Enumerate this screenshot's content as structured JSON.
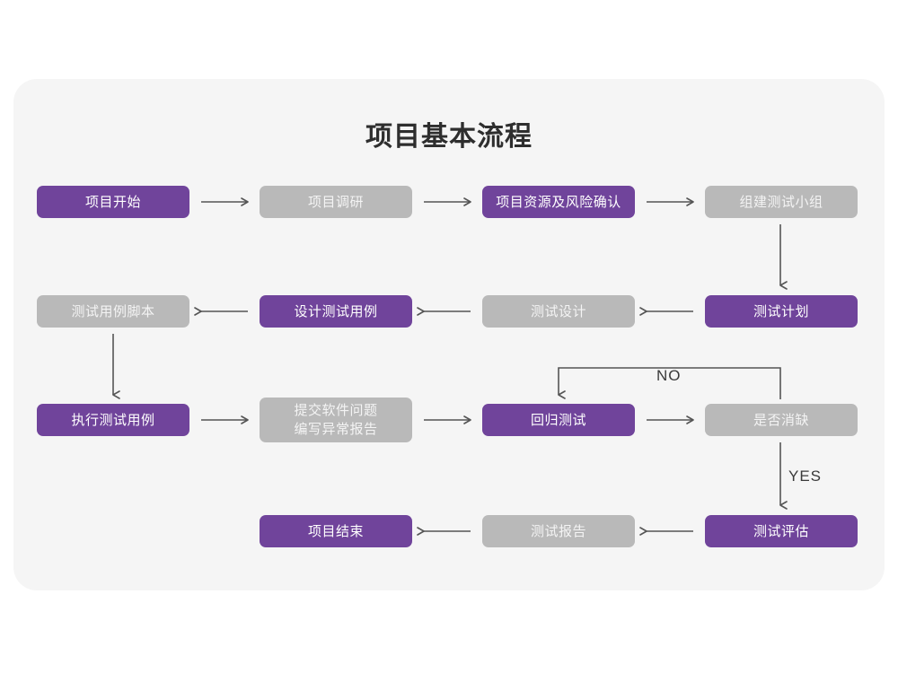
{
  "page": {
    "background_color": "#ffffff",
    "card_color": "#f5f5f5",
    "title": "项目基本流程"
  },
  "theme": {
    "purple": "#70449b",
    "gray": "#b9b9b9",
    "purple_text": "#ffffff",
    "gray_text": "#f4f4f4",
    "arrow_color": "#555555",
    "title_color": "#2e2e2e"
  },
  "flow": {
    "nodes": [
      {
        "id": "n1",
        "label": "项目开始",
        "style": "purple",
        "row": 1,
        "col": 1
      },
      {
        "id": "n2",
        "label": "项目调研",
        "style": "gray",
        "row": 1,
        "col": 2
      },
      {
        "id": "n3",
        "label": "项目资源及风险确认",
        "style": "purple",
        "row": 1,
        "col": 3
      },
      {
        "id": "n4",
        "label": "组建测试小组",
        "style": "gray",
        "row": 1,
        "col": 4
      },
      {
        "id": "n5",
        "label": "测试用例脚本",
        "style": "gray",
        "row": 2,
        "col": 1
      },
      {
        "id": "n6",
        "label": "设计测试用例",
        "style": "purple",
        "row": 2,
        "col": 2
      },
      {
        "id": "n7",
        "label": "测试设计",
        "style": "gray",
        "row": 2,
        "col": 3
      },
      {
        "id": "n8",
        "label": "测试计划",
        "style": "purple",
        "row": 2,
        "col": 4
      },
      {
        "id": "n9",
        "label": "执行测试用例",
        "style": "purple",
        "row": 3,
        "col": 1
      },
      {
        "id": "n10",
        "label": "提交软件问题\n编写异常报告",
        "style": "gray",
        "row": 3,
        "col": 2
      },
      {
        "id": "n11",
        "label": "回归测试",
        "style": "purple",
        "row": 3,
        "col": 3
      },
      {
        "id": "n12",
        "label": "是否消缺",
        "style": "gray",
        "row": 3,
        "col": 4
      },
      {
        "id": "n13",
        "label": "项目结束",
        "style": "purple",
        "row": 4,
        "col": 2
      },
      {
        "id": "n14",
        "label": "测试报告",
        "style": "gray",
        "row": 4,
        "col": 3
      },
      {
        "id": "n15",
        "label": "测试评估",
        "style": "purple",
        "row": 4,
        "col": 4
      }
    ],
    "edge_labels": {
      "no": "NO",
      "yes": "YES"
    }
  }
}
